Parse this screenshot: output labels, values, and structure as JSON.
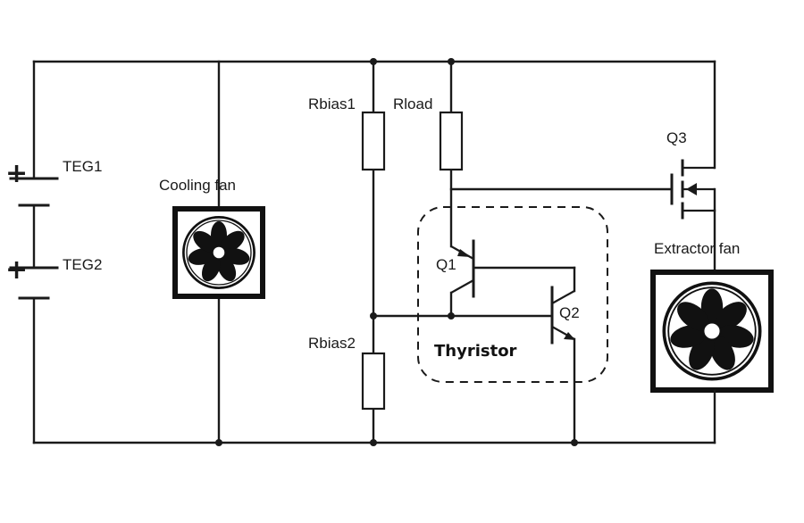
{
  "labels": {
    "teg1": "TEG1",
    "teg2": "TEG2",
    "plus1": "+",
    "plus2": "+",
    "cooling_fan": "Cooling fan",
    "rbias1": "Rbias1",
    "rload": "Rload",
    "rbias2": "Rbias2",
    "q1": "Q1",
    "q2": "Q2",
    "q3": "Q3",
    "thyristor": "Thyristor",
    "extractor_fan": "Extractor fan"
  },
  "icons": {
    "fan": "fan-icon"
  }
}
